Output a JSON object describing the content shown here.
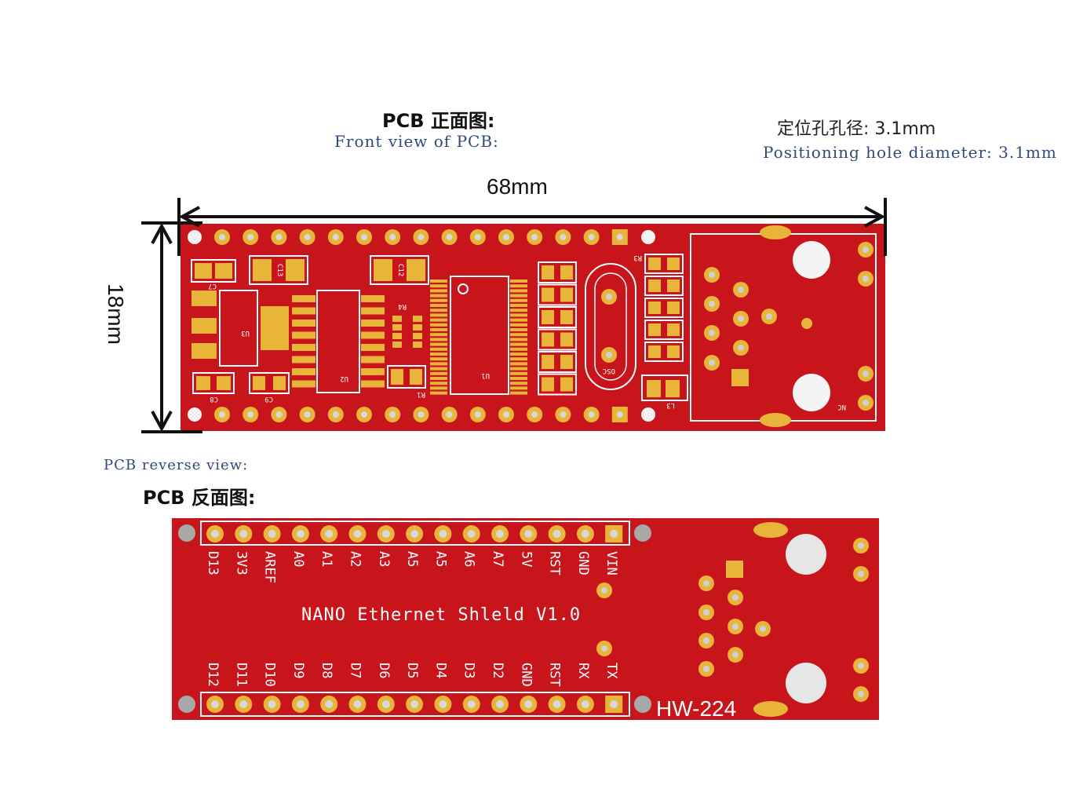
{
  "front": {
    "title_cn": "PCB 正面图:",
    "title_en": "Front view of PCB:",
    "width_label": "68mm",
    "height_label": "18mm"
  },
  "hole": {
    "label_cn": "定位孔孔径: 3.1mm",
    "label_en": "Positioning hole diameter: 3.1mm"
  },
  "reverse": {
    "title_en": "PCB reverse view:",
    "title_cn": "PCB 反面图:",
    "board_name": "NANO Ethernet Shleld V1.0",
    "model": "HW-224",
    "top_pins": [
      "D13",
      "3V3",
      "AREF",
      "A0",
      "A1",
      "A2",
      "A3",
      "A5",
      "A5",
      "A6",
      "A7",
      "5V",
      "RST",
      "GND",
      "VIN"
    ],
    "bottom_pins": [
      "D12",
      "D11",
      "D10",
      "D9",
      "D8",
      "D7",
      "D6",
      "D5",
      "D4",
      "D3",
      "D2",
      "GND",
      "RST",
      "RX",
      "TX"
    ]
  },
  "silk": {
    "c7": "C7",
    "c13": "C13",
    "c12": "C12",
    "u3": "U3",
    "u2": "U2",
    "u1": "U1",
    "c8": "C8",
    "c9": "C9",
    "r1": "R1",
    "r3": "R3",
    "osc": "OSC",
    "l3": "L3",
    "nc": "NC",
    "r4": "R4"
  },
  "colors": {
    "board": "#c8151c",
    "pad": "#e8b43a",
    "silk": "#ffffff",
    "arrow": "#111111"
  }
}
